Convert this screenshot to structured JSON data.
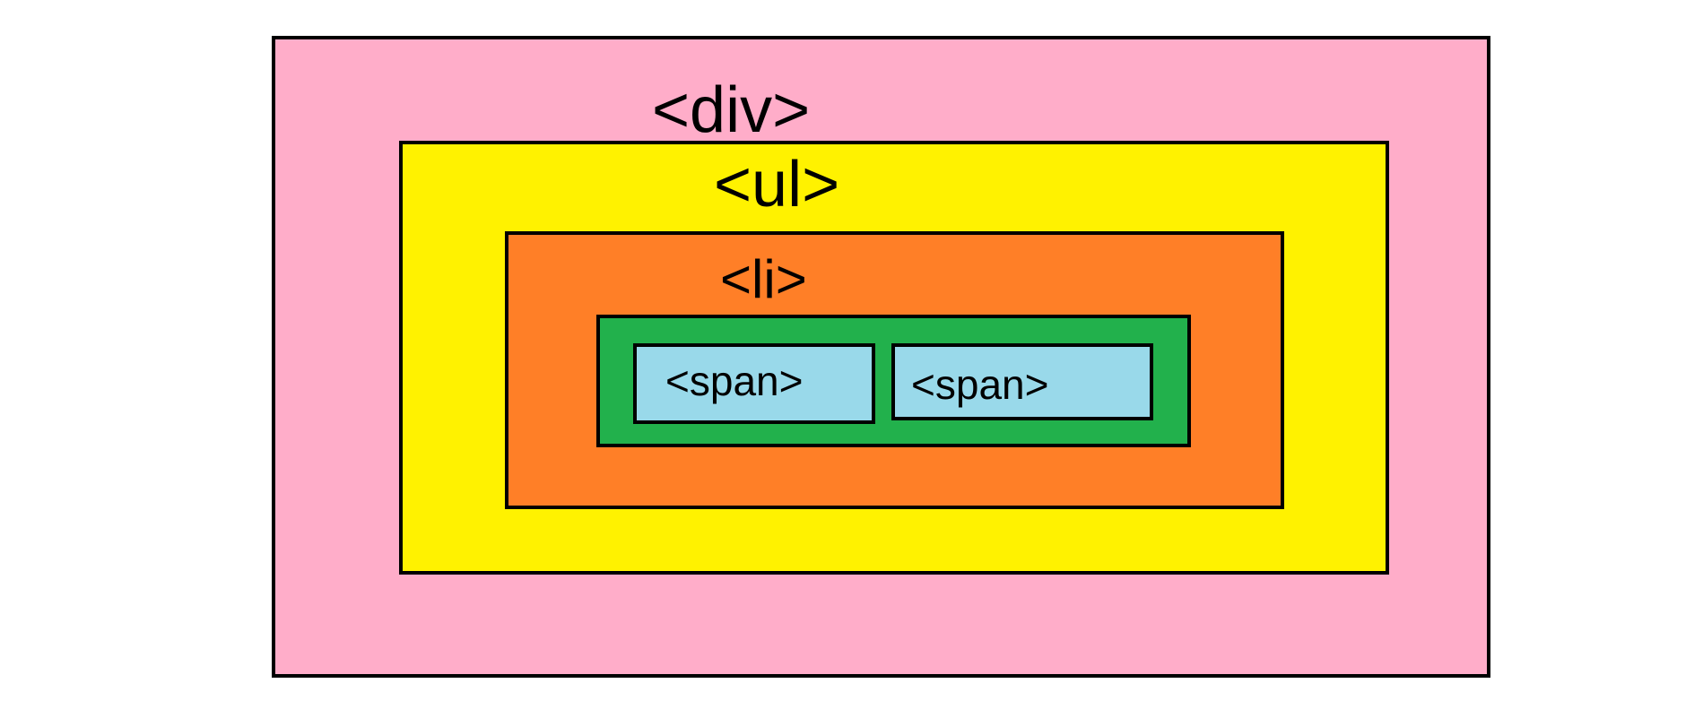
{
  "diagram": {
    "boxes": [
      {
        "id": "div",
        "label": "<div>",
        "color": "#FFADC9"
      },
      {
        "id": "ul",
        "label": "<ul>",
        "color": "#FFF200"
      },
      {
        "id": "li",
        "label": "<li>",
        "color": "#FF7F27"
      },
      {
        "id": "inner",
        "label": "",
        "color": "#22B14C"
      },
      {
        "id": "span1",
        "label": "<span>",
        "color": "#99D9EA"
      },
      {
        "id": "span2",
        "label": "<span>",
        "color": "#99D9EA"
      }
    ],
    "border_color": "#000000"
  }
}
